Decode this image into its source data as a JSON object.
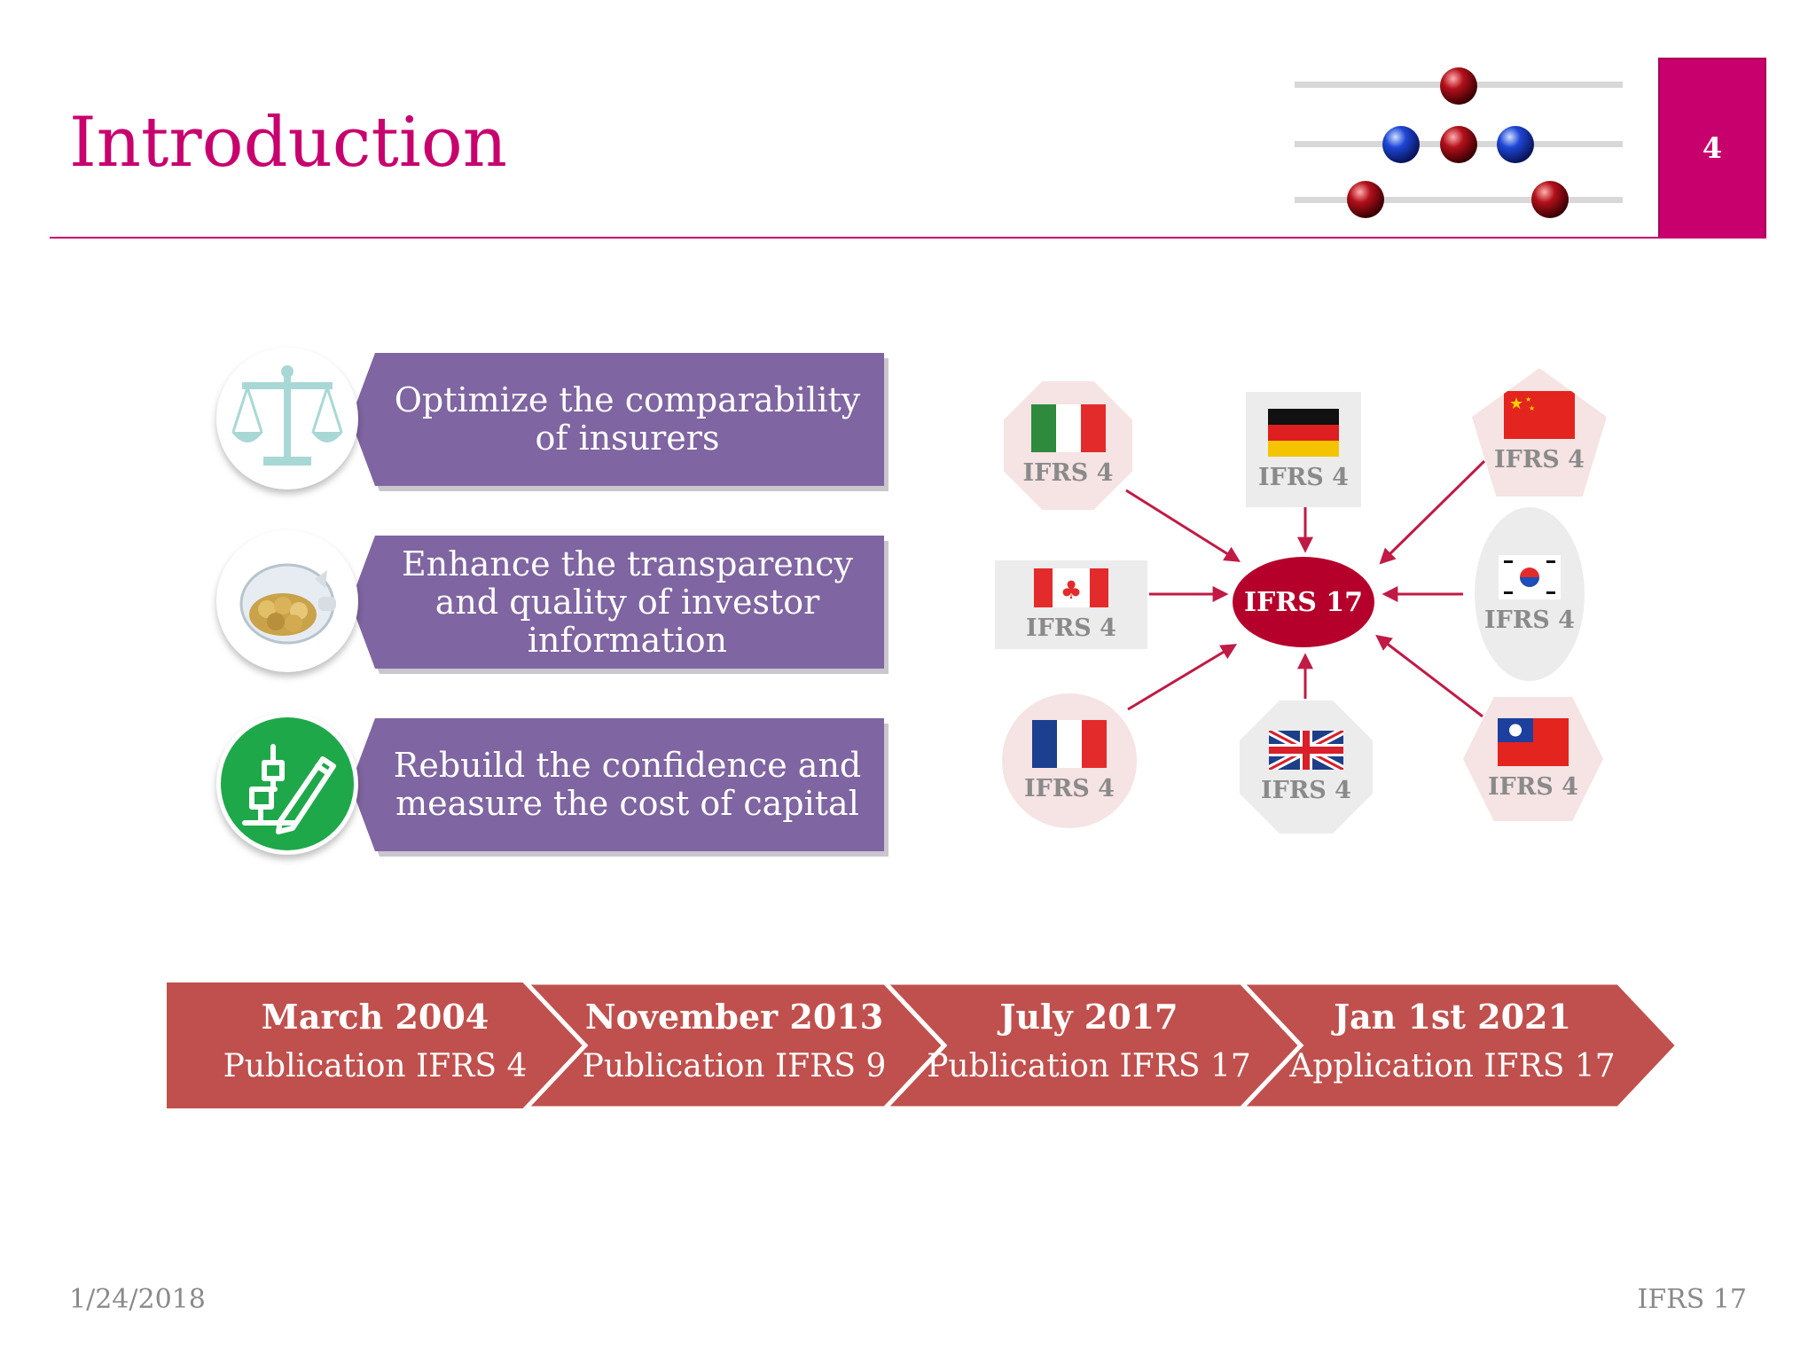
{
  "slide": {
    "title": "Introduction",
    "page_number": "4",
    "footer_date": "1/24/2018",
    "footer_label": "IFRS 17"
  },
  "goals": [
    {
      "text": "Optimize the comparability of insurers",
      "icon": "scales-icon"
    },
    {
      "text": "Enhance the transparency and quality of investor information",
      "icon": "piggy-bank-icon"
    },
    {
      "text": "Rebuild the confidence and measure the cost of capital",
      "icon": "chart-pen-icon"
    }
  ],
  "map": {
    "hub_label": "IFRS 17",
    "countries": [
      {
        "flag": "italy-flag-icon",
        "label": "IFRS 4"
      },
      {
        "flag": "germany-flag-icon",
        "label": "IFRS 4"
      },
      {
        "flag": "china-flag-icon",
        "label": "IFRS 4"
      },
      {
        "flag": "canada-flag-icon",
        "label": "IFRS 4"
      },
      {
        "flag": "korea-flag-icon",
        "label": "IFRS 4"
      },
      {
        "flag": "france-flag-icon",
        "label": "IFRS 4"
      },
      {
        "flag": "uk-flag-icon",
        "label": "IFRS 4"
      },
      {
        "flag": "taiwan-flag-icon",
        "label": "IFRS 4"
      }
    ]
  },
  "timeline": [
    {
      "date": "March 2004",
      "desc": "Publication IFRS 4"
    },
    {
      "date": "November 2013",
      "desc": "Publication IFRS 9"
    },
    {
      "date": "July 2017",
      "desc": "Publication IFRS 17"
    },
    {
      "date": "Jan 1st 2021",
      "desc": "Application IFRS 17"
    }
  ],
  "colors": {
    "accent": "#c8006e",
    "goal_banner": "#7f65a1",
    "timeline": "#c0504d",
    "hub": "#b5002b"
  }
}
